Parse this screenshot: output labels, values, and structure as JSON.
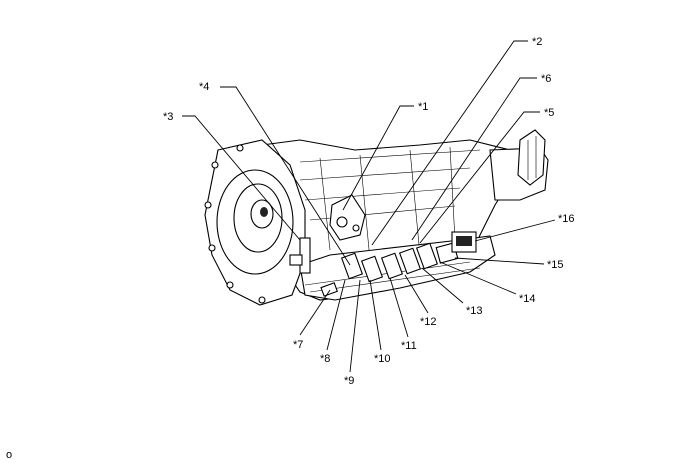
{
  "callouts": [
    "*1",
    "*2",
    "*3",
    "*4",
    "*5",
    "*6",
    "*7",
    "*8",
    "*9",
    "*10",
    "*11",
    "*12",
    "*13",
    "*14",
    "*15",
    "*16"
  ],
  "footer_code": "o"
}
